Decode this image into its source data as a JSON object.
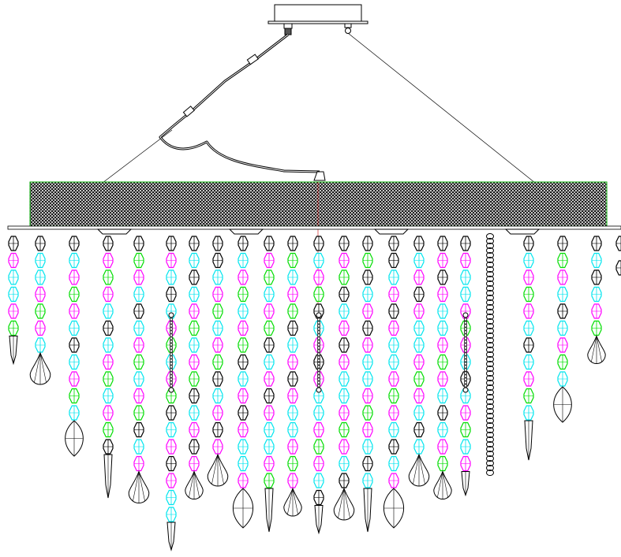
{
  "drawing": {
    "subject": "chandelier-elevation",
    "colors": {
      "line": "#000000",
      "magenta": "#ff00ff",
      "cyan": "#00e5ee",
      "green": "#00dd00",
      "black": "#000000",
      "panel_edge": "#00aa00",
      "plumb": "#cc0000"
    },
    "pattern": [
      "black",
      "magenta",
      "cyan",
      "cyan",
      "magenta",
      "green",
      "magenta",
      "cyan",
      "black",
      "cyan",
      "magenta",
      "green",
      "cyan",
      "magenta",
      "green",
      "black",
      "cyan",
      "magenta"
    ]
  }
}
